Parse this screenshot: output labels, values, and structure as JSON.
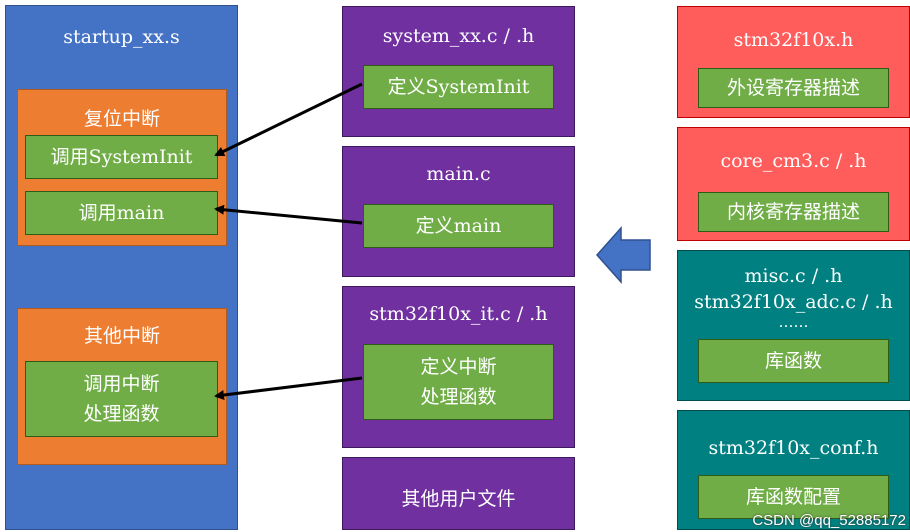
{
  "startup": {
    "title": "startup_xx.s",
    "reset": {
      "title": "复位中断",
      "items": [
        "调用SystemInit",
        "调用main"
      ]
    },
    "other": {
      "title": "其他中断",
      "item": [
        "调用中断",
        "处理函数"
      ]
    }
  },
  "middle": {
    "system": {
      "title": "system_xx.c / .h",
      "item": "定义SystemInit"
    },
    "main": {
      "title": "main.c",
      "item": "定义main"
    },
    "it": {
      "title": "stm32f10x_it.c / .h",
      "item": [
        "定义中断",
        "处理函数"
      ]
    },
    "user": {
      "title": "其他用户文件"
    }
  },
  "right": {
    "stm32f10x": {
      "title": "stm32f10x.h",
      "item": "外设寄存器描述"
    },
    "core": {
      "title": "core_cm3.c / .h",
      "item": "内核寄存器描述"
    },
    "lib": {
      "line1": "misc.c / .h",
      "line2": "stm32f10x_adc.c / .h",
      "line3": "……",
      "item": "库函数"
    },
    "conf": {
      "title": "stm32f10x_conf.h",
      "item": "库函数配置"
    }
  },
  "watermark": "CSDN @qq_52885172",
  "colors": {
    "blue": "#4472c4",
    "purple": "#7030a0",
    "red": "#ff5c5c",
    "teal": "#008080",
    "orange": "#ed7d31",
    "green": "#70ad47",
    "arrow": "#4472c4"
  }
}
